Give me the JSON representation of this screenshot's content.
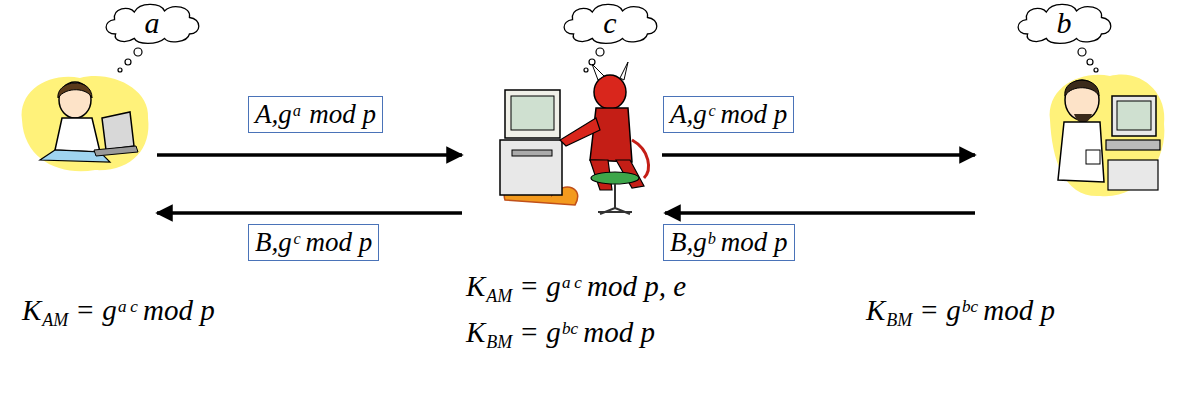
{
  "diagram": {
    "nodes": [
      {
        "text": [
          "a"
        ]
      },
      {
        "text": [
          "c"
        ]
      },
      {
        "text": [
          "b"
        ]
      },
      {
        "text": [
          "A,gᵃ mod p"
        ]
      },
      {
        "text": [
          "A,gᶜ mod p"
        ]
      },
      {
        "text": [
          "B,gᶜ mod p"
        ]
      },
      {
        "text": [
          "B,gᵇ mod p"
        ]
      }
    ],
    "labels": [
      "K",
      "AM",
      "= gᵃᶜ mod p",
      "K",
      "AM",
      "= gᵃᶜ mod p, e",
      "K",
      "BM",
      "= gᵇᶜ mod p",
      "K",
      "BM",
      "= gᵇᶜ mod p"
    ]
  }
}
